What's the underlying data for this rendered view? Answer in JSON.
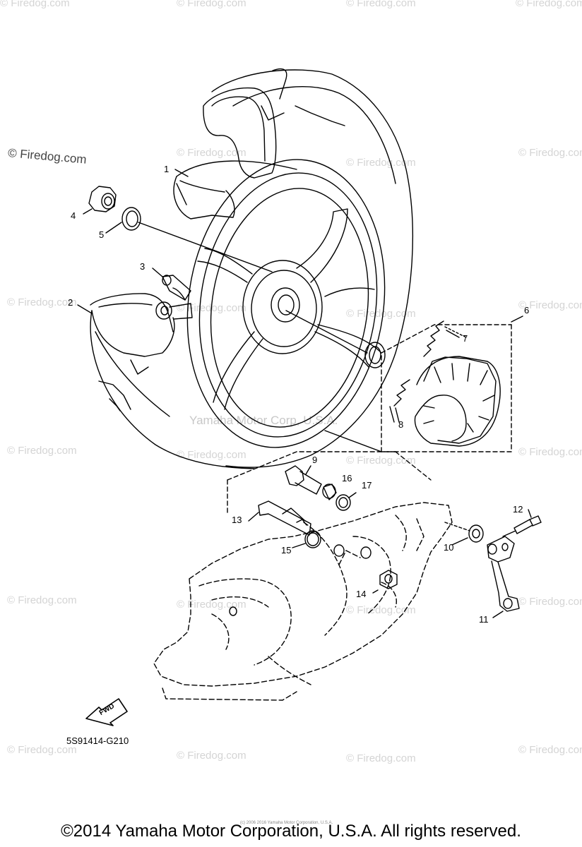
{
  "watermark": {
    "text": "© Firedog.com",
    "main": "© Firedog.com",
    "center": "Yamaha Motor Corp, U.S.A."
  },
  "callouts": [
    "1",
    "2",
    "3",
    "4",
    "5",
    "6",
    "7",
    "8",
    "9",
    "10",
    "11",
    "12",
    "13",
    "14",
    "15",
    "16",
    "17"
  ],
  "fwd_label": "FWD",
  "diagram_code": "5S91414-G210",
  "small_credit": "(c) 2006 2016 Yamaha Motor Corporation, U.S.A.",
  "footer": "©2014 Yamaha Motor Corporation, U.S.A. All rights reserved.",
  "colors": {
    "line": "#000000",
    "watermark": "#d4d4d4"
  }
}
